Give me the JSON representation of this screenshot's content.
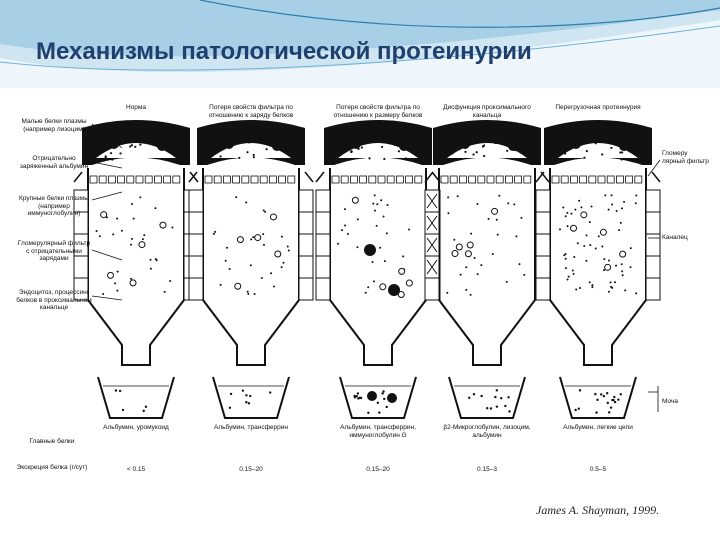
{
  "slide": {
    "title": "Механизмы патологической протеинурии",
    "credit": "James A. Shayman, 1999."
  },
  "left_labels": [
    "Малые белки плазмы (например лизоцим)",
    "Отрицательно заряженный альбумин",
    "Крупные белки плазмы (например иммуноглобулин)",
    "Гломерулярный фильтр с отрицательными зарядами",
    "Эндоцитоз, процессинг белков в проксимальном канальце"
  ],
  "columns": [
    {
      "header": "Норма",
      "proteins": "Альбумин, уромукоид",
      "excretion": "< 0.15"
    },
    {
      "header": "Потеря свойств фильтра по отношению к заряду белков",
      "proteins": "Альбумин, трансферрин",
      "excretion": "0.15–20"
    },
    {
      "header": "Потеря свойств фильтра по отношению к размеру белков",
      "proteins": "Альбумин, трансферрин, иммуноглобулин G",
      "excretion": "0.15–20"
    },
    {
      "header": "Дисфункция проксимального канальца",
      "proteins": "β2-Микроглобулин, лизоцим, альбумин",
      "excretion": "0.15–3"
    },
    {
      "header": "Перегрузочная протеинурия",
      "proteins": "Альбумин, легкие цепи",
      "excretion": "0.5–5"
    }
  ],
  "right_labels": {
    "filter": "Гломеру лярный фильтр",
    "tubule": "Каналец",
    "urine": "Моча"
  },
  "rows": {
    "main_proteins": "Главные белки",
    "excretion": "Экскреция белка (г/сут)"
  },
  "colors": {
    "title": "#1f3f6e",
    "wave_light": "#cfe6f2",
    "wave_mid": "#9ccbe3",
    "wave_dark": "#2e7fae"
  }
}
